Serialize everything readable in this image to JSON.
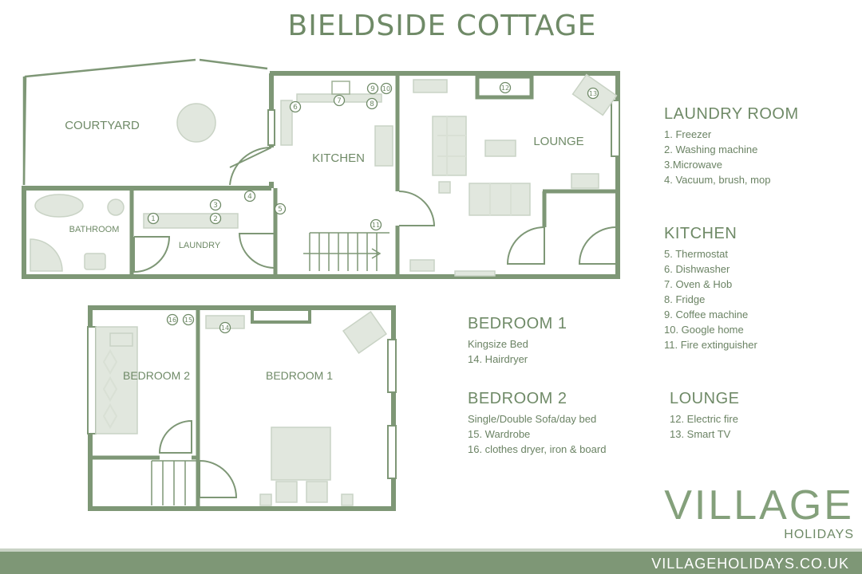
{
  "title": "BIELDSIDE COTTAGE",
  "colors": {
    "wall": "#7e9776",
    "fixture": "#d9e0d5",
    "accent": "#6f8a67"
  },
  "rooms": {
    "courtyard": "COURTYARD",
    "kitchen": "KITCHEN",
    "lounge": "LOUNGE",
    "bathroom": "BATHROOM",
    "laundry": "LAUNDRY",
    "bedroom1": "BEDROOM 1",
    "bedroom2": "BEDROOM 2"
  },
  "markers": [
    "1",
    "2",
    "3",
    "4",
    "5",
    "6",
    "7",
    "8",
    "9",
    "10",
    "11",
    "12",
    "13",
    "14",
    "15",
    "16"
  ],
  "legend": {
    "laundry": {
      "heading": "LAUNDRY ROOM",
      "items": [
        "1. Freezer",
        "2. Washing machine",
        "3.Microwave",
        "4. Vacuum, brush, mop"
      ]
    },
    "kitchen": {
      "heading": "KITCHEN",
      "items": [
        "5. Thermostat",
        "6. Dishwasher",
        "7. Oven & Hob",
        "8. Fridge",
        "9. Coffee machine",
        "10. Google home",
        "11. Fire extinguisher"
      ]
    },
    "bedroom1": {
      "heading": "BEDROOM 1",
      "items": [
        "Kingsize Bed",
        "14. Hairdryer"
      ]
    },
    "bedroom2": {
      "heading": "BEDROOM 2",
      "items": [
        "Single/Double Sofa/day bed",
        "15. Wardrobe",
        "16. clothes dryer, iron & board"
      ]
    },
    "lounge": {
      "heading": "LOUNGE",
      "items": [
        "12. Electric fire",
        "13. Smart TV"
      ]
    }
  },
  "brand": {
    "name": "VILLAGE",
    "sub": "HOLIDAYS",
    "url": "VILLAGEHOLIDAYS.CO.UK"
  }
}
